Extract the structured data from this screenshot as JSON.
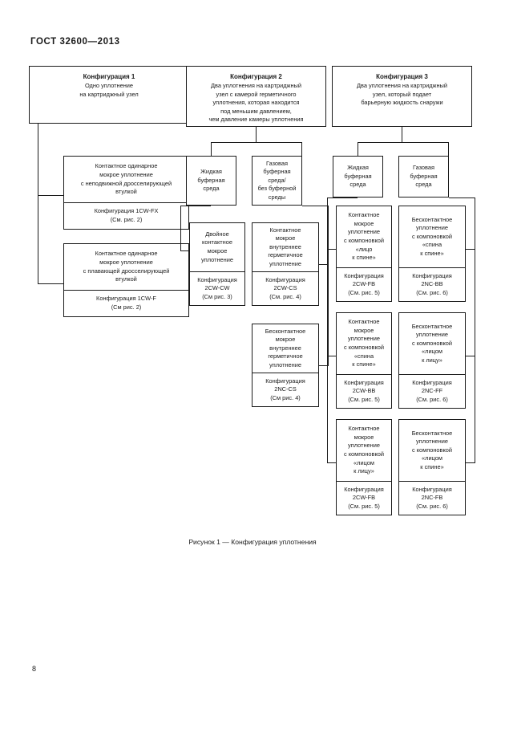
{
  "document": {
    "standard_header": "ГОСТ 32600—2013",
    "figure_caption": "Рисунок 1 — Конфигурация уплотнения",
    "page_number": "8"
  },
  "diagram": {
    "config1": {
      "header": {
        "title": "Конфигурация 1",
        "body": "Одно уплотнение\nна картриджный узел"
      },
      "items": [
        {
          "description": "Контактное одинарное\nмокрое уплотнение\nс неподвижной дросселирующей\nвтулкой",
          "code": "Конфигурация 1CW-FX\n(См. рис. 2)"
        },
        {
          "description": "Контактное одинарное\nмокрое уплотнение\nс плавающей дросселирующей\nвтулкой",
          "code": "Конфигурация 1CW-F\n(См  рис. 2)"
        }
      ]
    },
    "config2": {
      "header": {
        "title": "Конфигурация 2",
        "body": "Два уплотнения на картриджный\nузел с камерой герметичного\nуплотнения, которая находится\nпод меньшим давлением,\nчем давление камеры уплотнения"
      },
      "branches": [
        {
          "label": "Жидкая\nбуферная\nсреда",
          "items": [
            {
              "description": "Двойное\nконтактное\nмокрое\nуплотнение",
              "code": "Конфигурация\n2CW-CW\n(См  рис. 3)"
            }
          ]
        },
        {
          "label": "Газовая\nбуферная\nсреда/\nбез буферной\nсреды",
          "items": [
            {
              "description": "Контактное\nмокрое\nвнутреннее\nгерметичное\nуплотнение",
              "code": "Конфигурация\n2CW-CS\n(См. рис. 4)"
            },
            {
              "description": "Бесконтактное\nмокрое\nвнутреннее\nгерметичное\nуплотнение",
              "code": "Конфигурация\n2NC-CS\n(См  рис. 4)"
            }
          ]
        }
      ]
    },
    "config3": {
      "header": {
        "title": "Конфигурация 3",
        "body": "Два уплотнения на картриджный\nузел, который подает\nбарьерную жидкость снаружи"
      },
      "branches": [
        {
          "label": "Жидкая\nбуферная\nсреда",
          "items": [
            {
              "description": "Контактное\nмокрое\nуплотнение\nс компоновкой\n«лицо\nк спине»",
              "code": "Конфигурация\n2CW-FB\n(См. рис. 5)"
            },
            {
              "description": "Контактное\nмокрое\nуплотнение\nс компоновкой\n«спина\nк спине»",
              "code": "Конфигурация\n2CW-BB\n(См. рис. 5)"
            },
            {
              "description": "Контактное\nмокрое\nуплотнение\nс компоновкой\n«лицом\nк лицу»",
              "code": "Конфигурация\n2CW-FB\n(См. рис. 5)"
            }
          ]
        },
        {
          "label": "Газовая\nбуферная\nсреда",
          "items": [
            {
              "description": "Бесконтактное\nуплотнение\nс компоновкой\n«спина\nк спине»",
              "code": "Конфигурация\n2NC-BB\n(См. рис. 6)"
            },
            {
              "description": "Бесконтактное\nуплотнение\nс компоновкой\n«лицом\nк лицу»",
              "code": "Конфигурация\n2NC-FF\n(См. рис. 6)"
            },
            {
              "description": "Бесконтактное\nуплотнение\nс компоновкой\n«лицом\nк спине»",
              "code": "Конфигурация\n2NC-FB\n(См. рис. 6)"
            }
          ]
        }
      ]
    }
  }
}
